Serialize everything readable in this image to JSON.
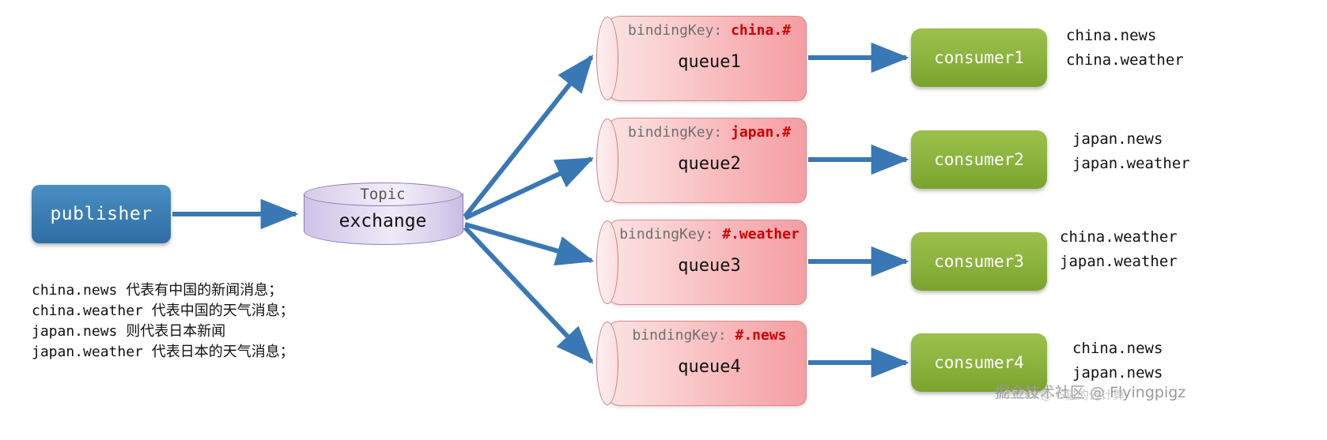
{
  "diagram": {
    "type": "rabbitmq-topic-exchange-routing",
    "publisher": {
      "label": "publisher"
    },
    "exchange": {
      "type_label": "Topic",
      "name": "exchange"
    },
    "queues": [
      {
        "binding_prefix": "bindingKey: ",
        "binding_key": "china.#",
        "name": "queue1"
      },
      {
        "binding_prefix": "bindingKey: ",
        "binding_key": "japan.#",
        "name": "queue2"
      },
      {
        "binding_prefix": "bindingKey: ",
        "binding_key": "#.weather",
        "name": "queue3"
      },
      {
        "binding_prefix": "bindingKey: ",
        "binding_key": "#.news",
        "name": "queue4"
      }
    ],
    "consumers": [
      {
        "label": "consumer1",
        "routing_keys": [
          "china.news",
          "china.weather"
        ]
      },
      {
        "label": "consumer2",
        "routing_keys": [
          "japan.news",
          "japan.weather"
        ]
      },
      {
        "label": "consumer3",
        "routing_keys": [
          "china.weather",
          "japan.weather"
        ]
      },
      {
        "label": "consumer4",
        "routing_keys": [
          "china.news",
          "japan.news"
        ]
      }
    ],
    "legend": [
      "china.news 代表有中国的新闻消息；",
      "china.weather 代表中国的天气消息；",
      "japan.news 则代表日本新闻",
      "japan.weather 代表日本的天气消息；"
    ],
    "watermarks": {
      "juejin": "掘金技术社区 @ Flyingpigz",
      "csdn": "CSDN @ G猫的云计算"
    },
    "colors": {
      "publisher": "#3d7fb5",
      "exchange": "#ded6ef",
      "queue": "#f8b9bc",
      "consumer": "#8cb43e",
      "binding_key_text": "#d00000",
      "arrow": "#3a78b5"
    }
  }
}
